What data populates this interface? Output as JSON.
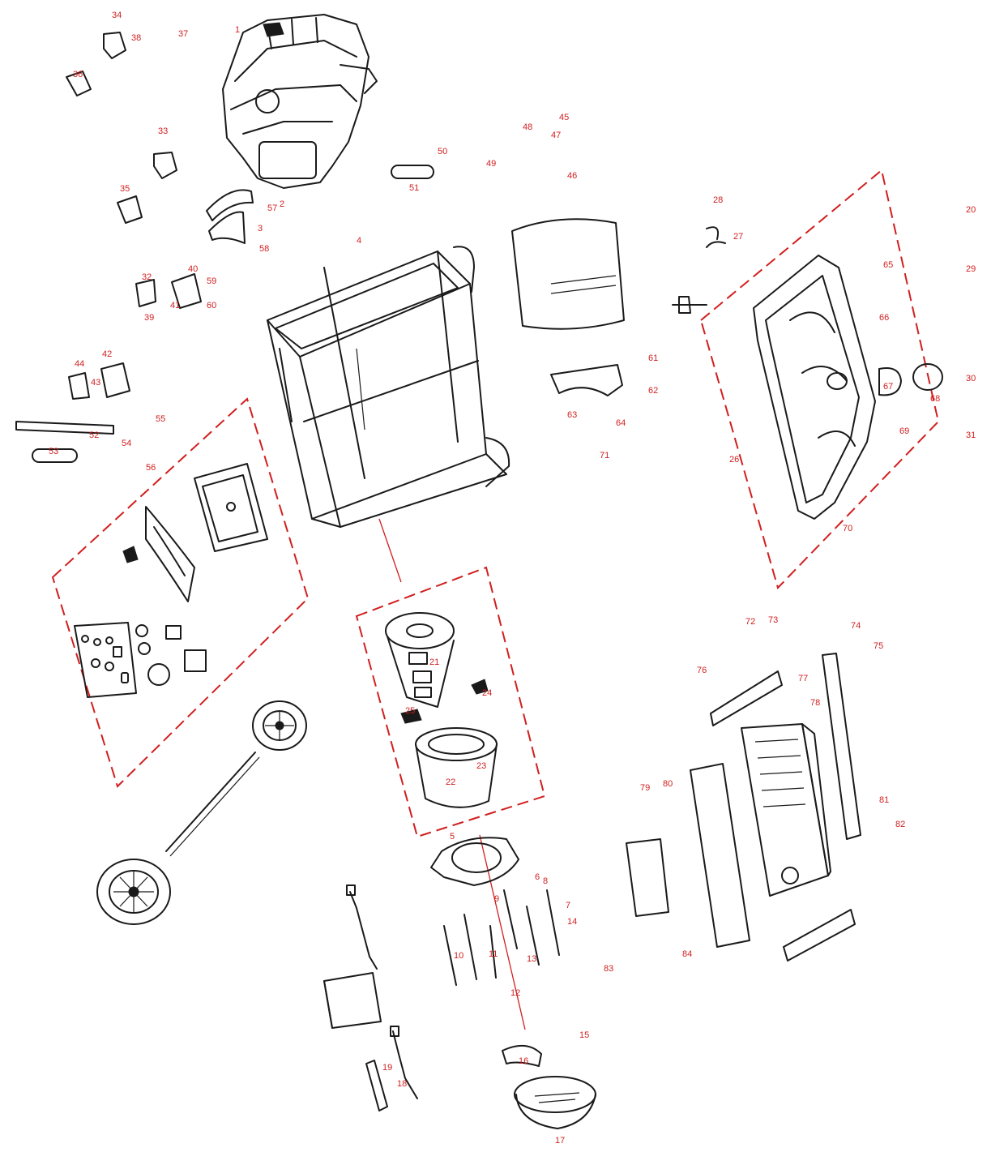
{
  "colors": {
    "ink": "#1a1a1a",
    "callout": "#d11f1f",
    "background": "#ffffff"
  },
  "callouts": [
    "1",
    "2",
    "3",
    "4",
    "5",
    "6",
    "7",
    "8",
    "9",
    "10",
    "11",
    "12",
    "13",
    "14",
    "15",
    "16",
    "17",
    "18",
    "19",
    "20",
    "21",
    "22",
    "23",
    "24",
    "25",
    "26",
    "27",
    "28",
    "29",
    "30",
    "31",
    "32",
    "33",
    "34",
    "35",
    "36",
    "37",
    "38",
    "39",
    "40",
    "41",
    "42",
    "43",
    "44",
    "45",
    "46",
    "47",
    "48",
    "49",
    "50",
    "51",
    "52",
    "53",
    "54",
    "55",
    "56",
    "57",
    "58",
    "59",
    "60",
    "61",
    "62",
    "63",
    "64",
    "65",
    "66",
    "67",
    "68",
    "69",
    "70",
    "71",
    "72",
    "73",
    "74",
    "75",
    "76",
    "77",
    "78",
    "79",
    "80",
    "81",
    "82",
    "83",
    "84"
  ]
}
